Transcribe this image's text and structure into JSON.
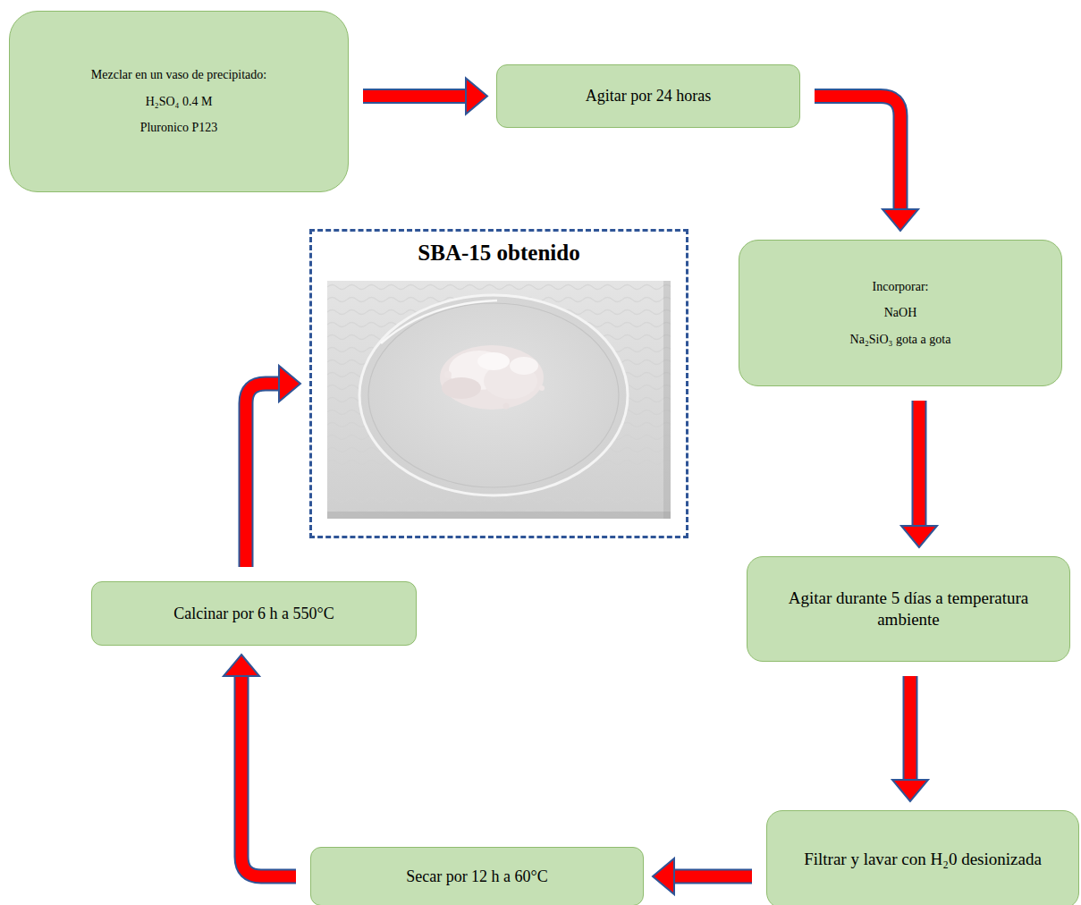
{
  "diagram": {
    "nodes": [
      {
        "text": [
          "Mezclar en un vaso de precipitado:",
          "H₂SO₄ 0.4 M",
          "Pluronico P123"
        ]
      },
      {
        "text": [
          "Agitar por 24 horas"
        ]
      },
      {
        "text": [
          "Incorporar:",
          "NaOH",
          "Na₂SiO₃ gota a gota"
        ]
      },
      {
        "text": [
          "Agitar durante 5 días a temperatura ambiente"
        ]
      },
      {
        "text": [
          "Filtrar y lavar con H₂0 desionizada"
        ]
      },
      {
        "text": [
          "Secar por 12 h a 60°C"
        ]
      },
      {
        "text": [
          "Calcinar por 6 h a 550°C"
        ]
      },
      {
        "text": [
          "SBA-15 obtenido"
        ]
      }
    ],
    "edges": [
      {
        "from": 0,
        "to": 1,
        "arrow": "to"
      },
      {
        "from": 1,
        "to": 2,
        "arrow": "to"
      },
      {
        "from": 2,
        "to": 3,
        "arrow": "to"
      },
      {
        "from": 3,
        "to": 4,
        "arrow": "to"
      },
      {
        "from": 4,
        "to": 5,
        "arrow": "to"
      },
      {
        "from": 5,
        "to": 6,
        "arrow": "to"
      },
      {
        "from": 6,
        "to": 7,
        "arrow": "to"
      }
    ]
  }
}
